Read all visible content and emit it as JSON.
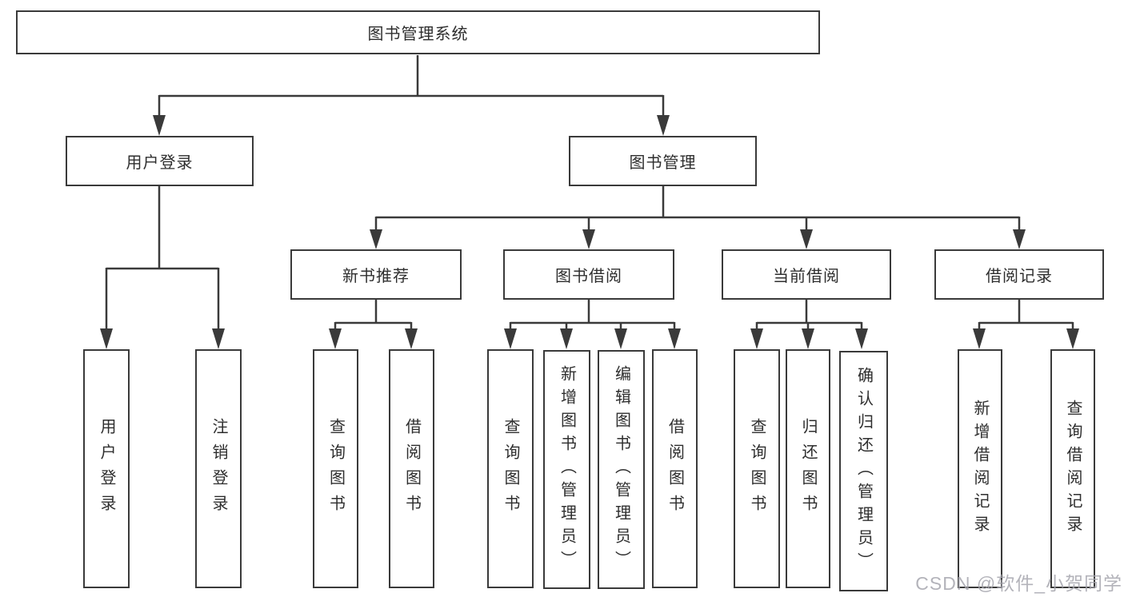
{
  "diagram": {
    "root": {
      "label": "图书管理系统"
    },
    "level2": [
      {
        "label": "用户登录"
      },
      {
        "label": "图书管理"
      }
    ],
    "level3": [
      {
        "label": "新书推荐"
      },
      {
        "label": "图书借阅"
      },
      {
        "label": "当前借阅"
      },
      {
        "label": "借阅记录"
      }
    ],
    "leaves": {
      "user_login": [
        "用户登录",
        "注销登录"
      ],
      "new_book": [
        "查询图书",
        "借阅图书"
      ],
      "borrow": [
        "查询图书",
        "新增图书（管理员）",
        "编辑图书（管理员）",
        "借阅图书"
      ],
      "current": [
        "查询图书",
        "归还图书",
        "确认归还（管理员）"
      ],
      "records": [
        "新增借阅记录",
        "查询借阅记录"
      ]
    },
    "watermark": "CSDN @软件_小贺同学",
    "colors": {
      "line": "#3a3a3a",
      "box_border": "#3a3a3a",
      "text": "#2e2e2e",
      "watermark": "#a6a6ae",
      "background": "#ffffff"
    }
  }
}
